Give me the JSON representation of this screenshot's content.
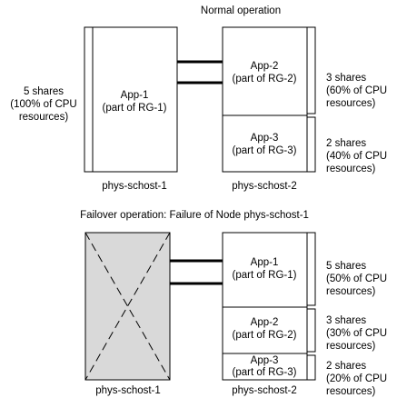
{
  "normal": {
    "title": "Normal operation",
    "node1_label": "phys-schost-1",
    "node2_label": "phys-schost-2",
    "left_share": [
      "5 shares",
      "(100% of CPU",
      "resources)"
    ],
    "app1": [
      "App-1",
      "(part of RG-1)"
    ],
    "app2": [
      "App-2",
      "(part of RG-2)"
    ],
    "app3": [
      "App-3",
      "(part of RG-3)"
    ],
    "share_app2": [
      "3 shares",
      "(60% of CPU",
      "resources)"
    ],
    "share_app3": [
      "2 shares",
      "(40% of CPU",
      "resources)"
    ]
  },
  "failover": {
    "title": "Failover operation: Failure of Node phys-schost-1",
    "node1_label": "phys-schost-1",
    "node2_label": "phys-schost-2",
    "app1": [
      "App-1",
      "(part of RG-1)"
    ],
    "app2": [
      "App-2",
      "(part of RG-2)"
    ],
    "app3": [
      "App-3",
      "(part of RG-3)"
    ],
    "share_app1": [
      "5 shares",
      "(50% of CPU",
      "resources)"
    ],
    "share_app2": [
      "3 shares",
      "(30% of CPU",
      "resources)"
    ],
    "share_app3": [
      "2 shares",
      "(20% of CPU",
      "resources)"
    ]
  }
}
